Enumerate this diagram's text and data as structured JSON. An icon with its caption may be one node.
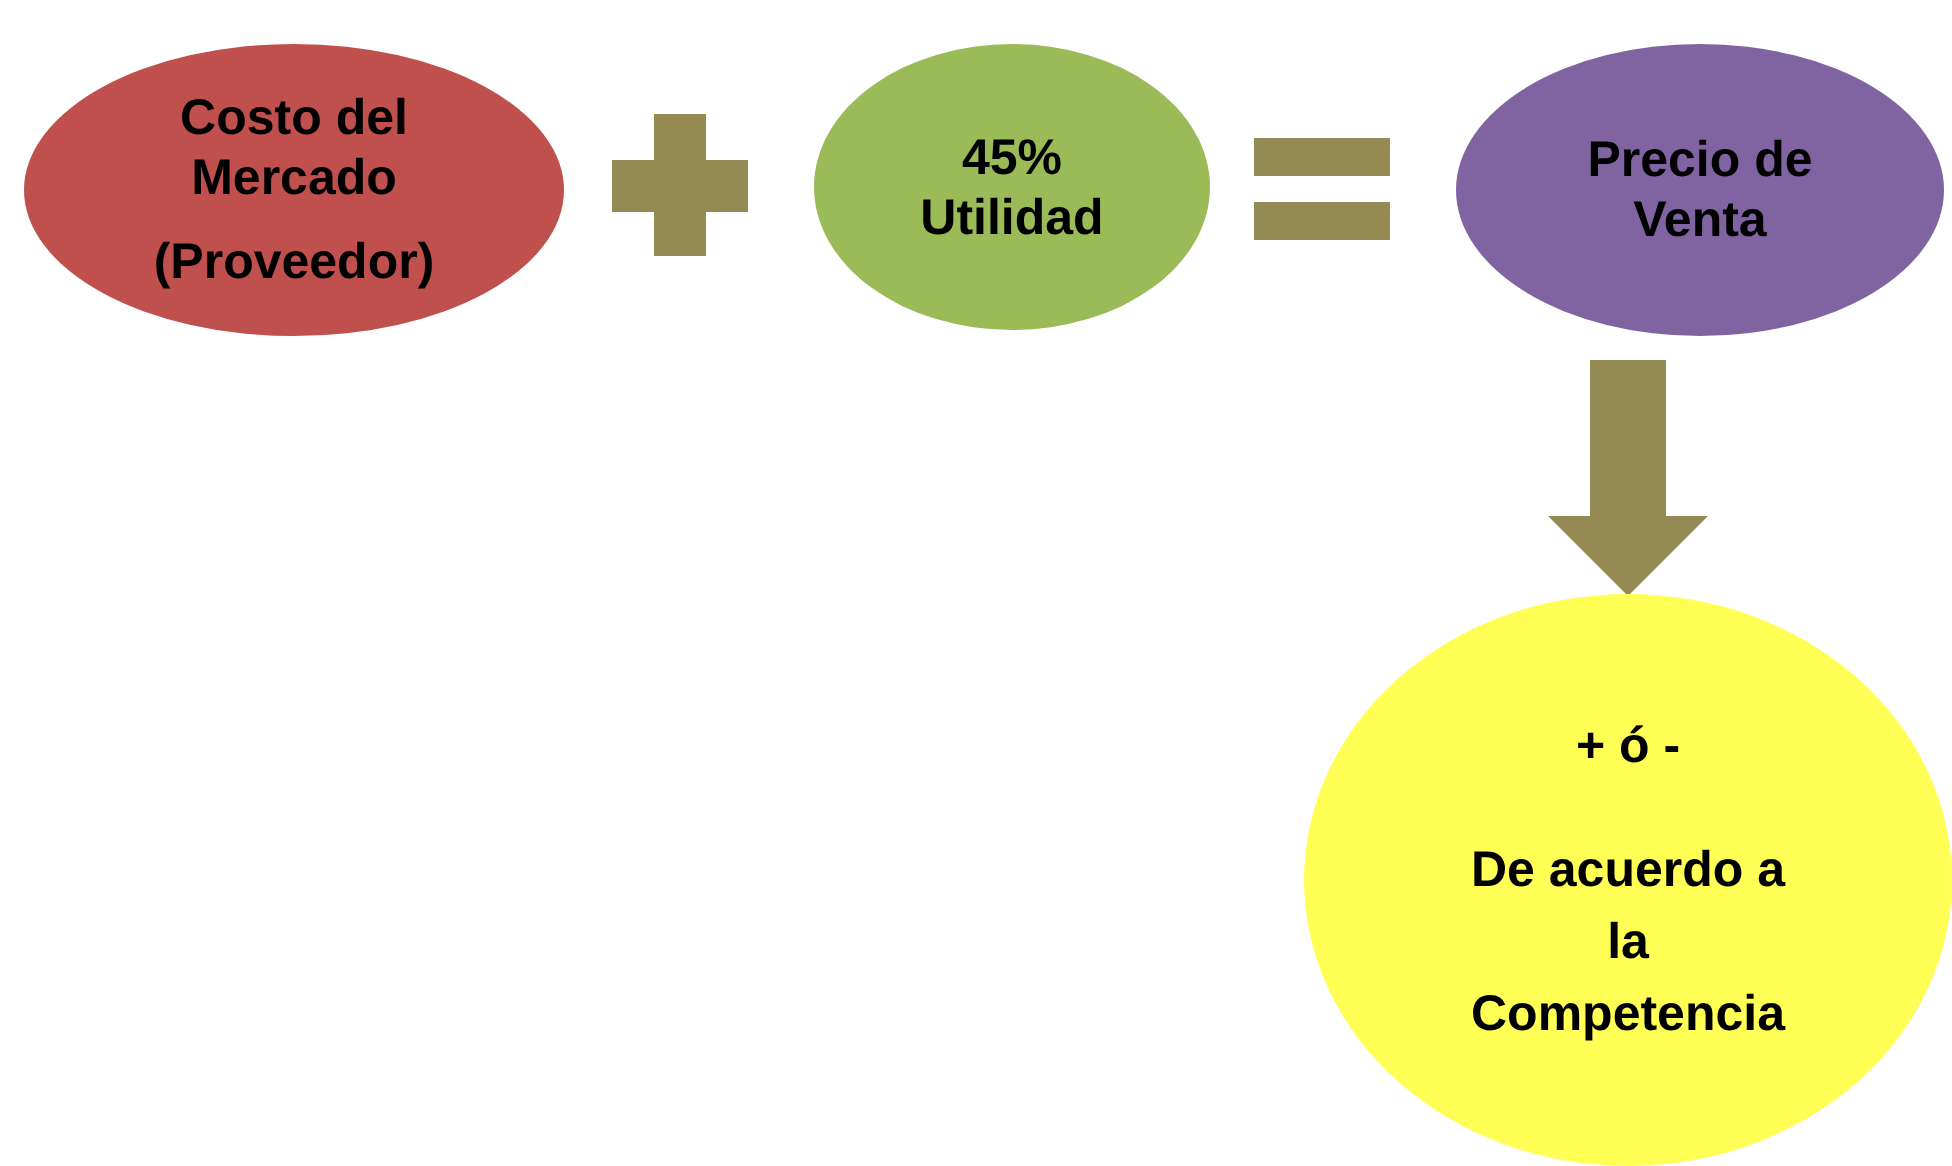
{
  "diagram": {
    "nodes": [
      {
        "text": [
          "Costo del Mercado",
          "(Proveedor)"
        ]
      },
      {
        "text": [
          "45% Utilidad"
        ]
      },
      {
        "text": [
          "Precio de Venta"
        ]
      },
      {
        "text": [
          "+ ó -",
          "De acuerdo a la Competencia"
        ]
      }
    ],
    "edges": [
      {
        "from": 2,
        "to": 3,
        "arrow": "to"
      }
    ]
  }
}
